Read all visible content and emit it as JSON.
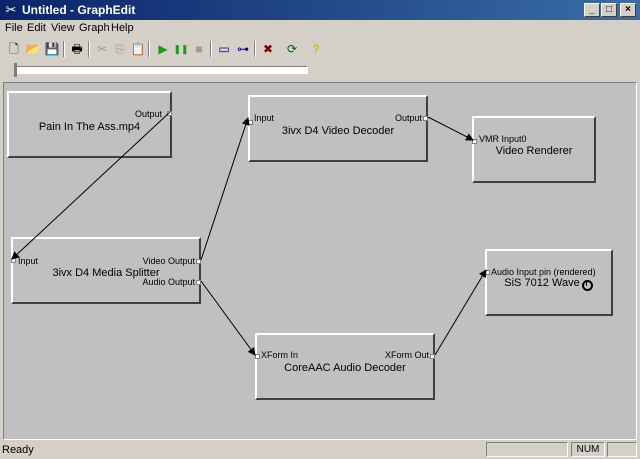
{
  "window": {
    "title": "Untitled - GraphEdit"
  },
  "menu": [
    "File",
    "Edit",
    "View",
    "Graph",
    "Help"
  ],
  "toolbar": {
    "new": "🗋",
    "open": "📂",
    "save": "💾",
    "print": "🖶",
    "cut": "✂",
    "copy": "⎘",
    "paste": "📋",
    "play": "▶",
    "pause": "❚❚",
    "stop": "■",
    "filter_props": "▭",
    "connect": "⊶",
    "disconnect": "✖",
    "refresh": "⟳",
    "help": "?"
  },
  "filters": {
    "source": {
      "name": "Pain In The Ass.mp4",
      "out": "Output"
    },
    "splitter": {
      "name": "3ivx D4 Media Splitter",
      "in": "Input",
      "video_out": "Video Output",
      "audio_out": "Audio Output"
    },
    "video_decoder": {
      "name": "3ivx D4 Video Decoder",
      "in": "Input",
      "out": "Output"
    },
    "renderer": {
      "name": "Video Renderer",
      "in": "VMR Input0"
    },
    "audio_decoder": {
      "name": "CoreAAC Audio Decoder",
      "in": "XForm In",
      "out": "XForm Out"
    },
    "wave": {
      "name": "SiS 7012 Wave",
      "in": "Audio Input pin (rendered)"
    }
  },
  "status": {
    "text": "Ready",
    "num": "NUM"
  },
  "colors": {
    "title_start": "#0a246a",
    "title_end": "#3a6ea5",
    "play": "#1a9a1a",
    "help": "#d8c000"
  }
}
